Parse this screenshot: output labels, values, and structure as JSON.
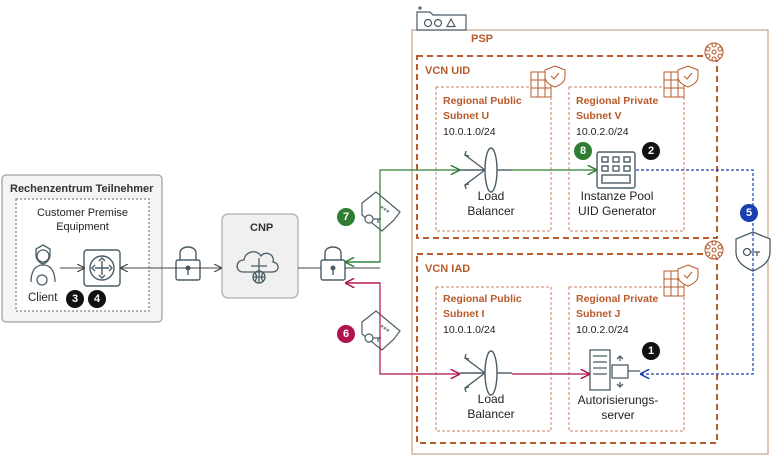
{
  "colors": {
    "orange": "#b85a2a",
    "green": "#2e7d32",
    "crimson": "#b0124f",
    "blue": "#1a3fb0",
    "black": "#111111",
    "icon_gray": "#4a5d66"
  },
  "datacenter": {
    "title": "Rechenzentrum Teilnehmer"
  },
  "cpe": {
    "title": "Customer Premise Equipment",
    "client_label": "Client"
  },
  "cnp": {
    "title": "CNP"
  },
  "psp": {
    "title": "PSP"
  },
  "vcn_uid": {
    "title": "VCN UID",
    "public_subnet": {
      "title": "Regional Public Subnet U",
      "cidr": "10.0.1.0/24",
      "component": "Load Balancer"
    },
    "private_subnet": {
      "title": "Regional Private Subnet V",
      "cidr": "10.0.2.0/24",
      "component": "Instanze Pool UID Generator"
    }
  },
  "vcn_iad": {
    "title": "VCN IAD",
    "public_subnet": {
      "title": "Regional Public Subnet I",
      "cidr": "10.0.1.0/24",
      "component": "Load Balancer"
    },
    "private_subnet": {
      "title": "Regional Private Subnet J",
      "cidr": "10.0.2.0/24",
      "component": "Autorisierungs-server"
    }
  },
  "badges": [
    "1",
    "2",
    "3",
    "4",
    "5",
    "6",
    "7",
    "8"
  ]
}
